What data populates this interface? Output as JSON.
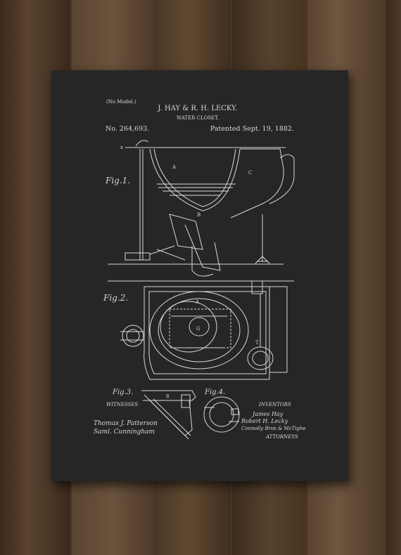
{
  "patent": {
    "model_note": "(No Model.)",
    "inventors_title": "J. HAY & R. H. LECKY.",
    "invention": "WATER CLOSET.",
    "number": "No. 264,693.",
    "patented": "Patented Sept. 19, 1882."
  },
  "figures": {
    "fig1": "Fig.1.",
    "fig2": "Fig.2.",
    "fig3": "Fig.3.",
    "fig4": "Fig.4."
  },
  "signatures": {
    "witnesses_label": "WITNESSES",
    "witness_1": "Thomas J. Patterson",
    "witness_2": "Saml. Cunningham",
    "inventors_label": "INVENTORS",
    "inventor_1": "James Hay",
    "inventor_2": "Robert H. Lecky",
    "attorney_firm": "Connolly Bros & McTighe",
    "attorneys_label": "ATTORNEYS"
  },
  "colors": {
    "wood": "#4a3626",
    "chalkboard": "#262626",
    "chalk": "#d8d8d8"
  }
}
